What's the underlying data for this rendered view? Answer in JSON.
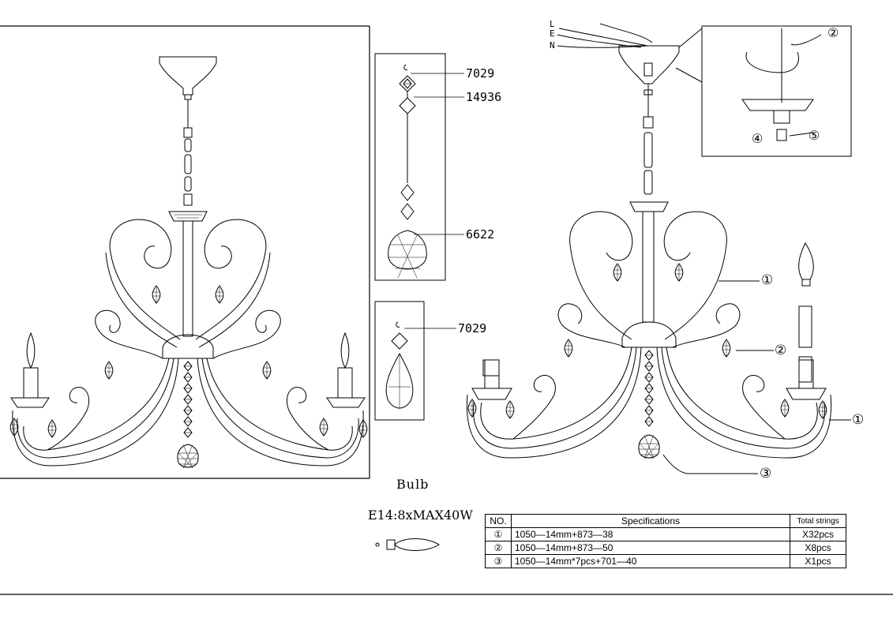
{
  "part_labels": [
    "7029",
    "14936",
    "6622",
    "7029"
  ],
  "wire_labels": [
    "L",
    "E",
    "N"
  ],
  "callouts": [
    "①",
    "②",
    "①",
    "③"
  ],
  "step_markers": [
    "②",
    "④",
    "⑤"
  ],
  "bulb": {
    "title": "Bulb",
    "spec": "E14:8xMAX40W"
  },
  "spec_table": {
    "headers": [
      "NO.",
      "Specifications",
      "Total strings"
    ],
    "rows": [
      {
        "no": "①",
        "spec": "1050—14mm+873—38",
        "total": "X32pcs"
      },
      {
        "no": "②",
        "spec": "1050—14mm+873—50",
        "total": "X8pcs"
      },
      {
        "no": "③",
        "spec": "1050—14mm*7pcs+701—40",
        "total": "X1pcs"
      }
    ]
  },
  "colors": {
    "line": "#000000",
    "background": "#ffffff"
  }
}
